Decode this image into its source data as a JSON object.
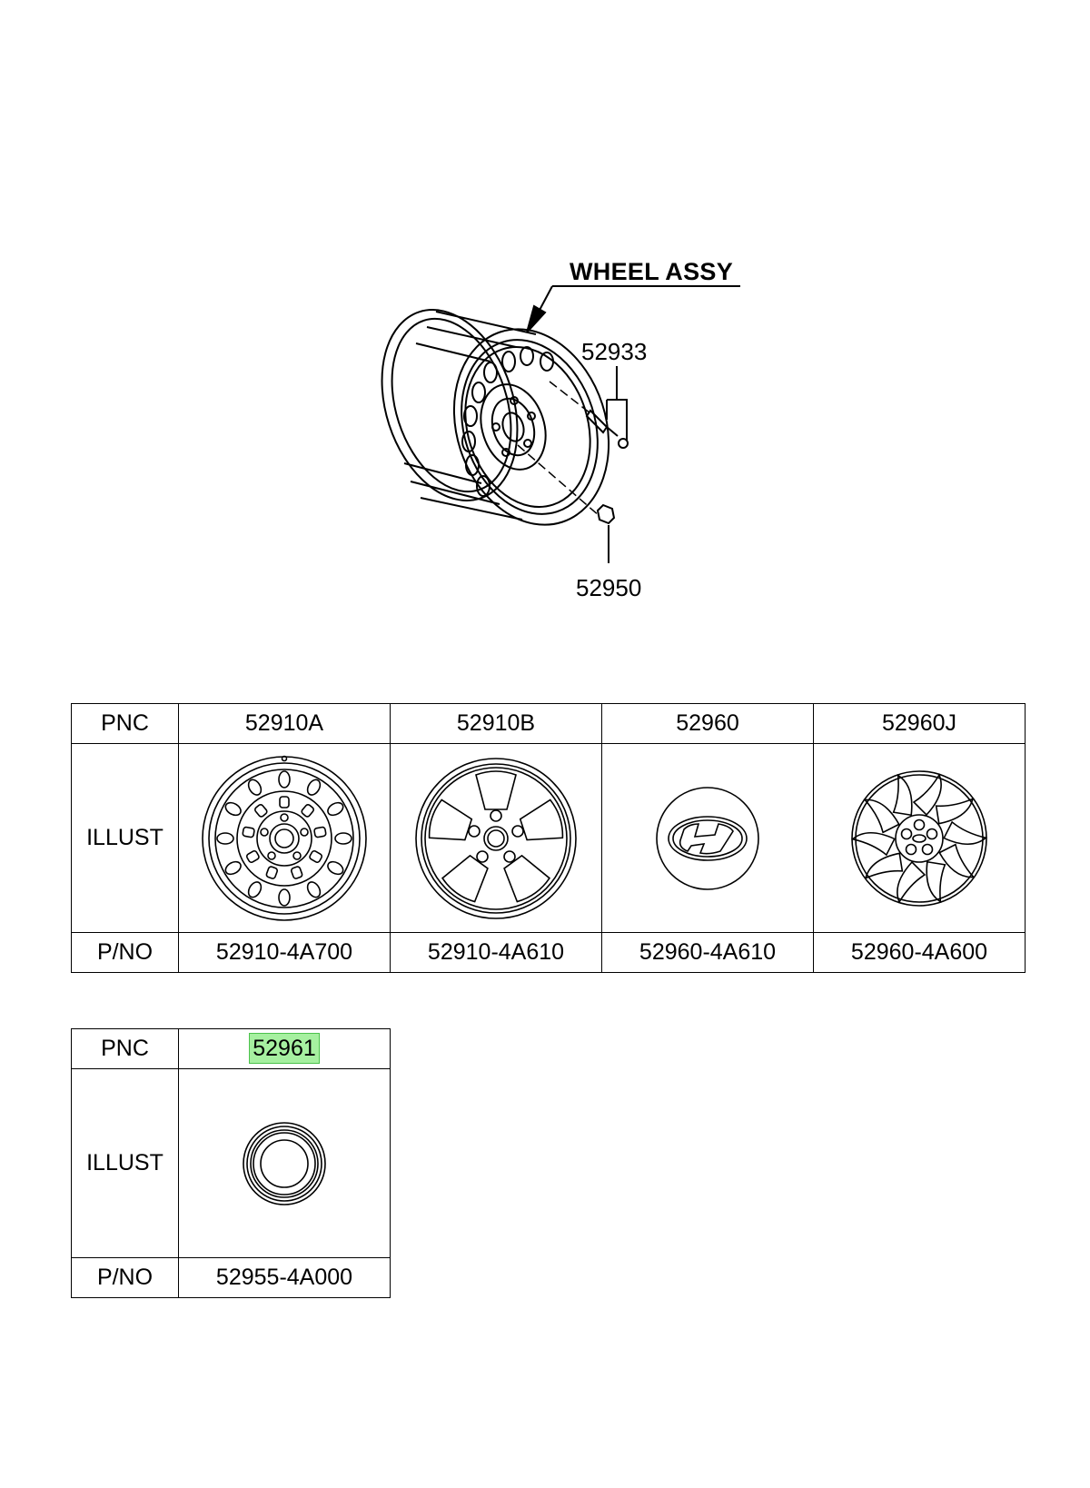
{
  "diagram": {
    "title": "WHEEL ASSY",
    "callouts": {
      "valve": "52933",
      "nut": "52950"
    }
  },
  "table_main": {
    "row_labels": {
      "pnc": "PNC",
      "illust": "ILLUST",
      "pno": "P/NO"
    },
    "columns": [
      {
        "pnc": "52910A",
        "pno": "52910-4A700",
        "illust": "steel-wheel-icon"
      },
      {
        "pnc": "52910B",
        "pno": "52910-4A610",
        "illust": "alloy-wheel-icon"
      },
      {
        "pnc": "52960",
        "pno": "52960-4A610",
        "illust": "hubcap-emblem-icon"
      },
      {
        "pnc": "52960J",
        "pno": "52960-4A600",
        "illust": "wheel-cover-icon"
      }
    ]
  },
  "table_secondary": {
    "row_labels": {
      "pnc": "PNC",
      "illust": "ILLUST",
      "pno": "P/NO"
    },
    "columns": [
      {
        "pnc": "52961",
        "pno": "52955-4A000",
        "illust": "center-cap-icon",
        "highlighted": true
      }
    ]
  },
  "colors": {
    "highlight": "#a6f0a0"
  }
}
